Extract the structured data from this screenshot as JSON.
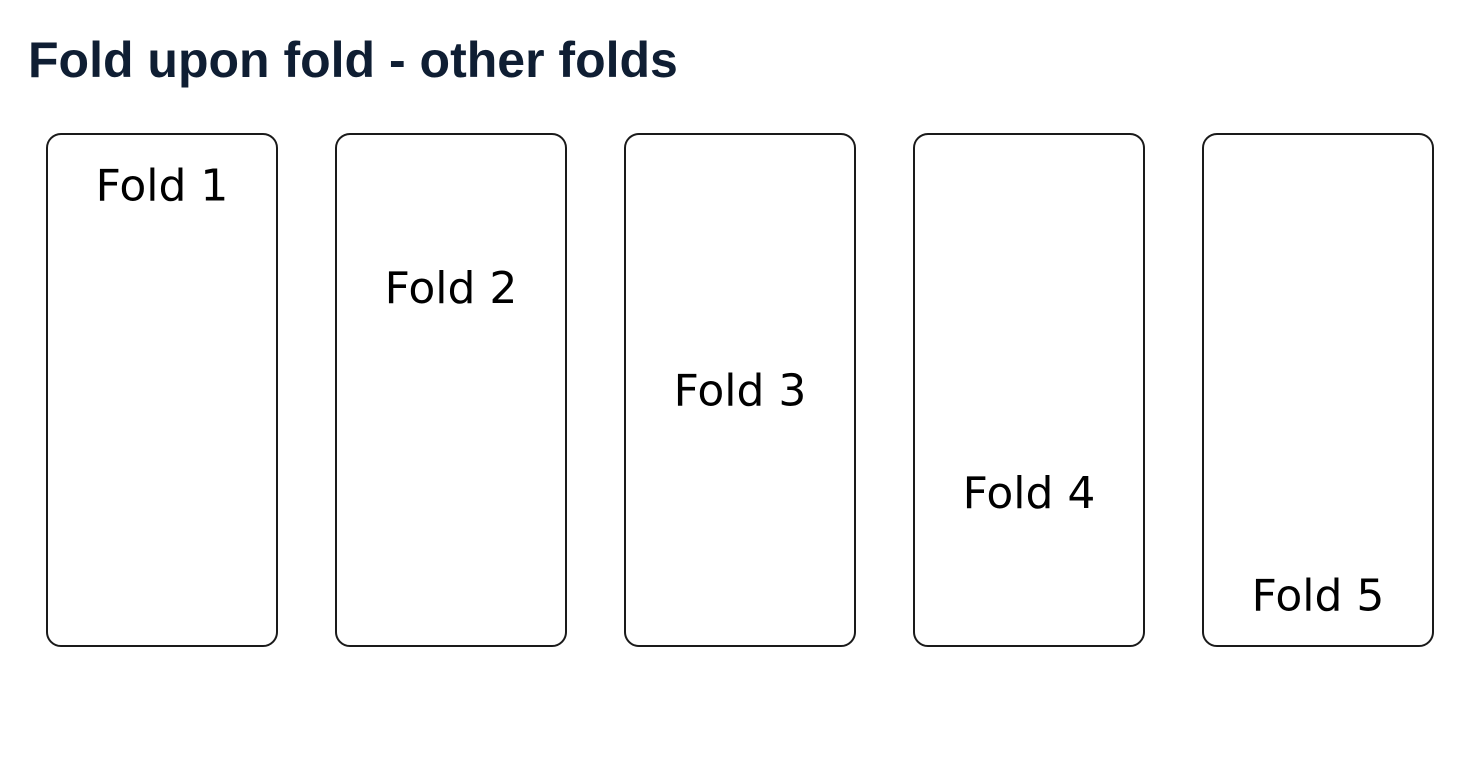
{
  "title": "Fold upon fold - other folds",
  "colors": {
    "highlight": "#52a5b2",
    "title": "#0f1e33",
    "border": "#1a1a1a"
  },
  "folds": [
    {
      "label": "Fold 1",
      "index": 1
    },
    {
      "label": "Fold 2",
      "index": 2
    },
    {
      "label": "Fold 3",
      "index": 3
    },
    {
      "label": "Fold 4",
      "index": 4
    },
    {
      "label": "Fold 5",
      "index": 5
    }
  ],
  "segments_per_fold": 5
}
